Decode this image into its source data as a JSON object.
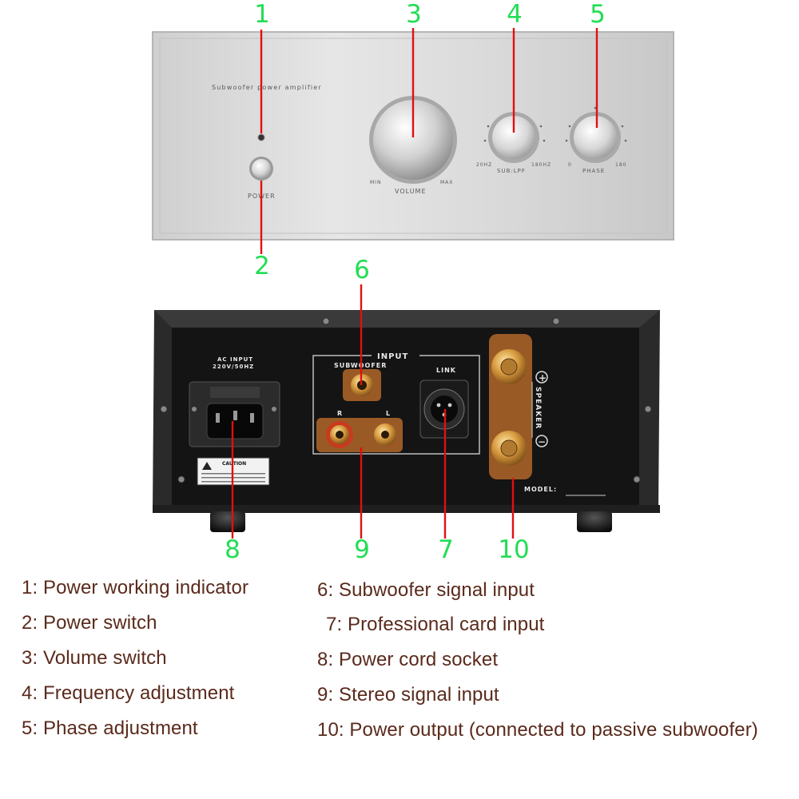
{
  "front_panel": {
    "brand_text": "Subwoofer power amplifier",
    "power_label": "POWER",
    "volume_label": "VOLUME",
    "volume_min": "MIN",
    "volume_max": "MAX",
    "lpf_label": "SUB:LPF",
    "lpf_min": "20HZ",
    "lpf_max": "180HZ",
    "phase_label": "PHASE",
    "phase_min": "0",
    "phase_max": "180"
  },
  "rear_panel": {
    "ac_input_line1": "AC INPUT",
    "ac_input_line2": "220V/50HZ",
    "input_label": "INPUT",
    "subwoofer_label": "SUBWOOFER",
    "link_label": "LINK",
    "r_label": "R",
    "l_label": "L",
    "speaker_label": "SPEAKER",
    "plus_label": "+",
    "minus_label": "−",
    "model_label": "MODEL:",
    "caution_label": "CAUTION"
  },
  "callouts": [
    "1",
    "2",
    "3",
    "4",
    "5",
    "6",
    "7",
    "8",
    "9",
    "10"
  ],
  "legend": {
    "left": [
      "1: Power working indicator",
      "2: Power switch",
      "3: Volume switch",
      "4: Frequency adjustment",
      "5: Phase adjustment"
    ],
    "right": [
      "6: Subwoofer signal input",
      "7: Professional card input",
      "8: Power cord socket",
      "9: Stereo signal input",
      "10: Power output (connected to passive subwoofer)"
    ]
  },
  "colors": {
    "callout_number": "#22dd55",
    "leader_line": "#e01010",
    "legend_text": "#5a2a1c",
    "front_panel": "#dcdcdc",
    "rear_chassis": "#1c1c1c"
  }
}
